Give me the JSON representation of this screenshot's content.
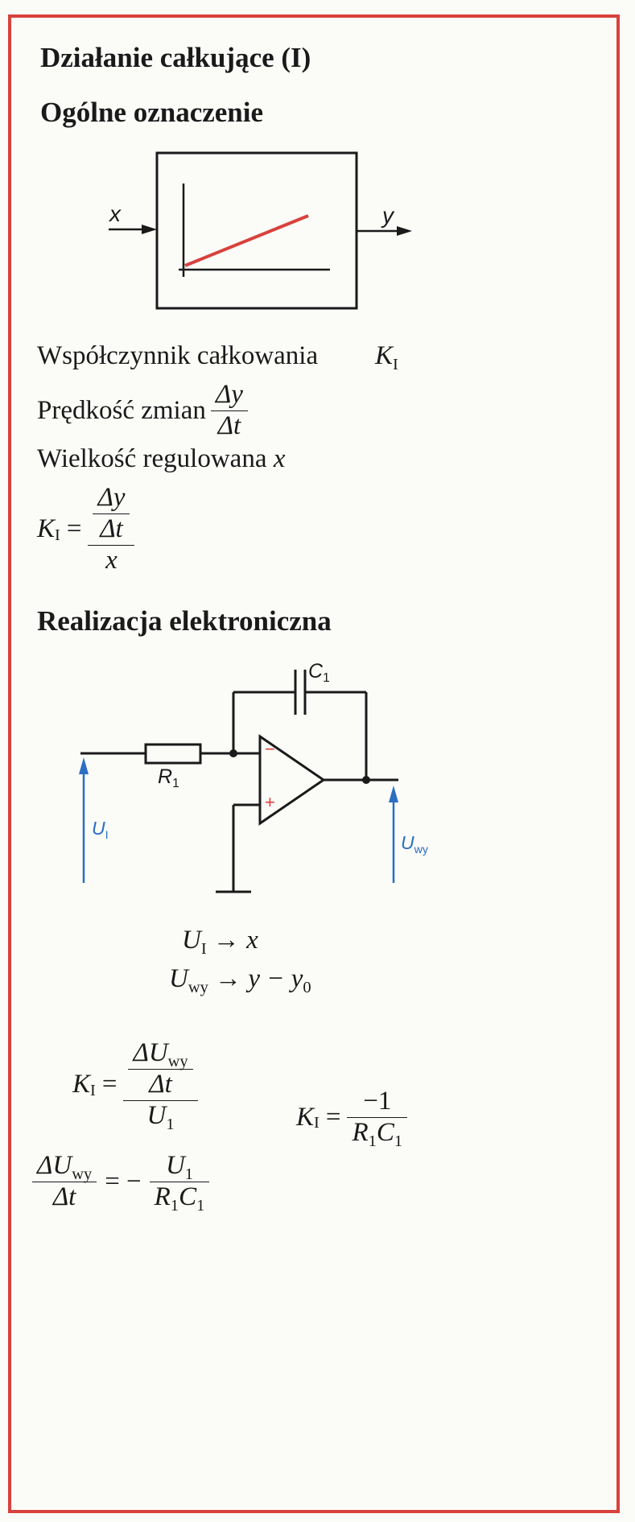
{
  "title": "Działanie całkujące (I)",
  "section_general": "Ogólne oznaczenie",
  "block": {
    "input_label": "x",
    "output_label": "y"
  },
  "definitions": {
    "coef_label": "Współczynnik całkowania",
    "coef_symbol": "K",
    "coef_sub": "I",
    "rate_label": "Prędkość zmian",
    "rate_num": "Δy",
    "rate_den": "Δt",
    "var_label": "Wielkość regulowana",
    "var_symbol": "x"
  },
  "formula1": {
    "lhs": "K",
    "lhs_sub": "I",
    "eq": "=",
    "num_top": "Δy",
    "num_bottom": "Δt",
    "den": "x"
  },
  "section_electronic": "Realizacja elektroniczna",
  "circuit": {
    "capacitor_label": "C",
    "capacitor_sub": "1",
    "resistor_label": "R",
    "resistor_sub": "1",
    "minus_sign": "−",
    "plus_sign": "+",
    "input_voltage": "U",
    "input_voltage_sub": "I",
    "output_voltage": "U",
    "output_voltage_sub": "wy",
    "signal_color": "#2b6fc2",
    "accent_color": "#d8413d"
  },
  "mapping": {
    "line1_lhs": "U",
    "line1_sub": "I",
    "line1_rhs": "→ x",
    "line2_lhs": "U",
    "line2_sub": "wy",
    "line2_rhs": "→ y − y",
    "line2_rhs_sub": "0"
  },
  "formula2": {
    "lhs": "K",
    "lhs_sub": "I",
    "eq": "=",
    "num_top": "ΔU",
    "num_top_sub": "wy",
    "num_bottom": "Δt",
    "den": "U",
    "den_sub": "1"
  },
  "formula3": {
    "lhs": "K",
    "lhs_sub": "I",
    "eq": "=",
    "num": "−1",
    "den_a": "R",
    "den_a_sub": "1",
    "den_b": "C",
    "den_b_sub": "1"
  },
  "formula4": {
    "num": "ΔU",
    "num_sub": "wy",
    "den": "Δt",
    "eq": "= −",
    "rnum": "U",
    "rnum_sub": "1",
    "rden_a": "R",
    "rden_a_sub": "1",
    "rden_b": "C",
    "rden_b_sub": "1"
  }
}
